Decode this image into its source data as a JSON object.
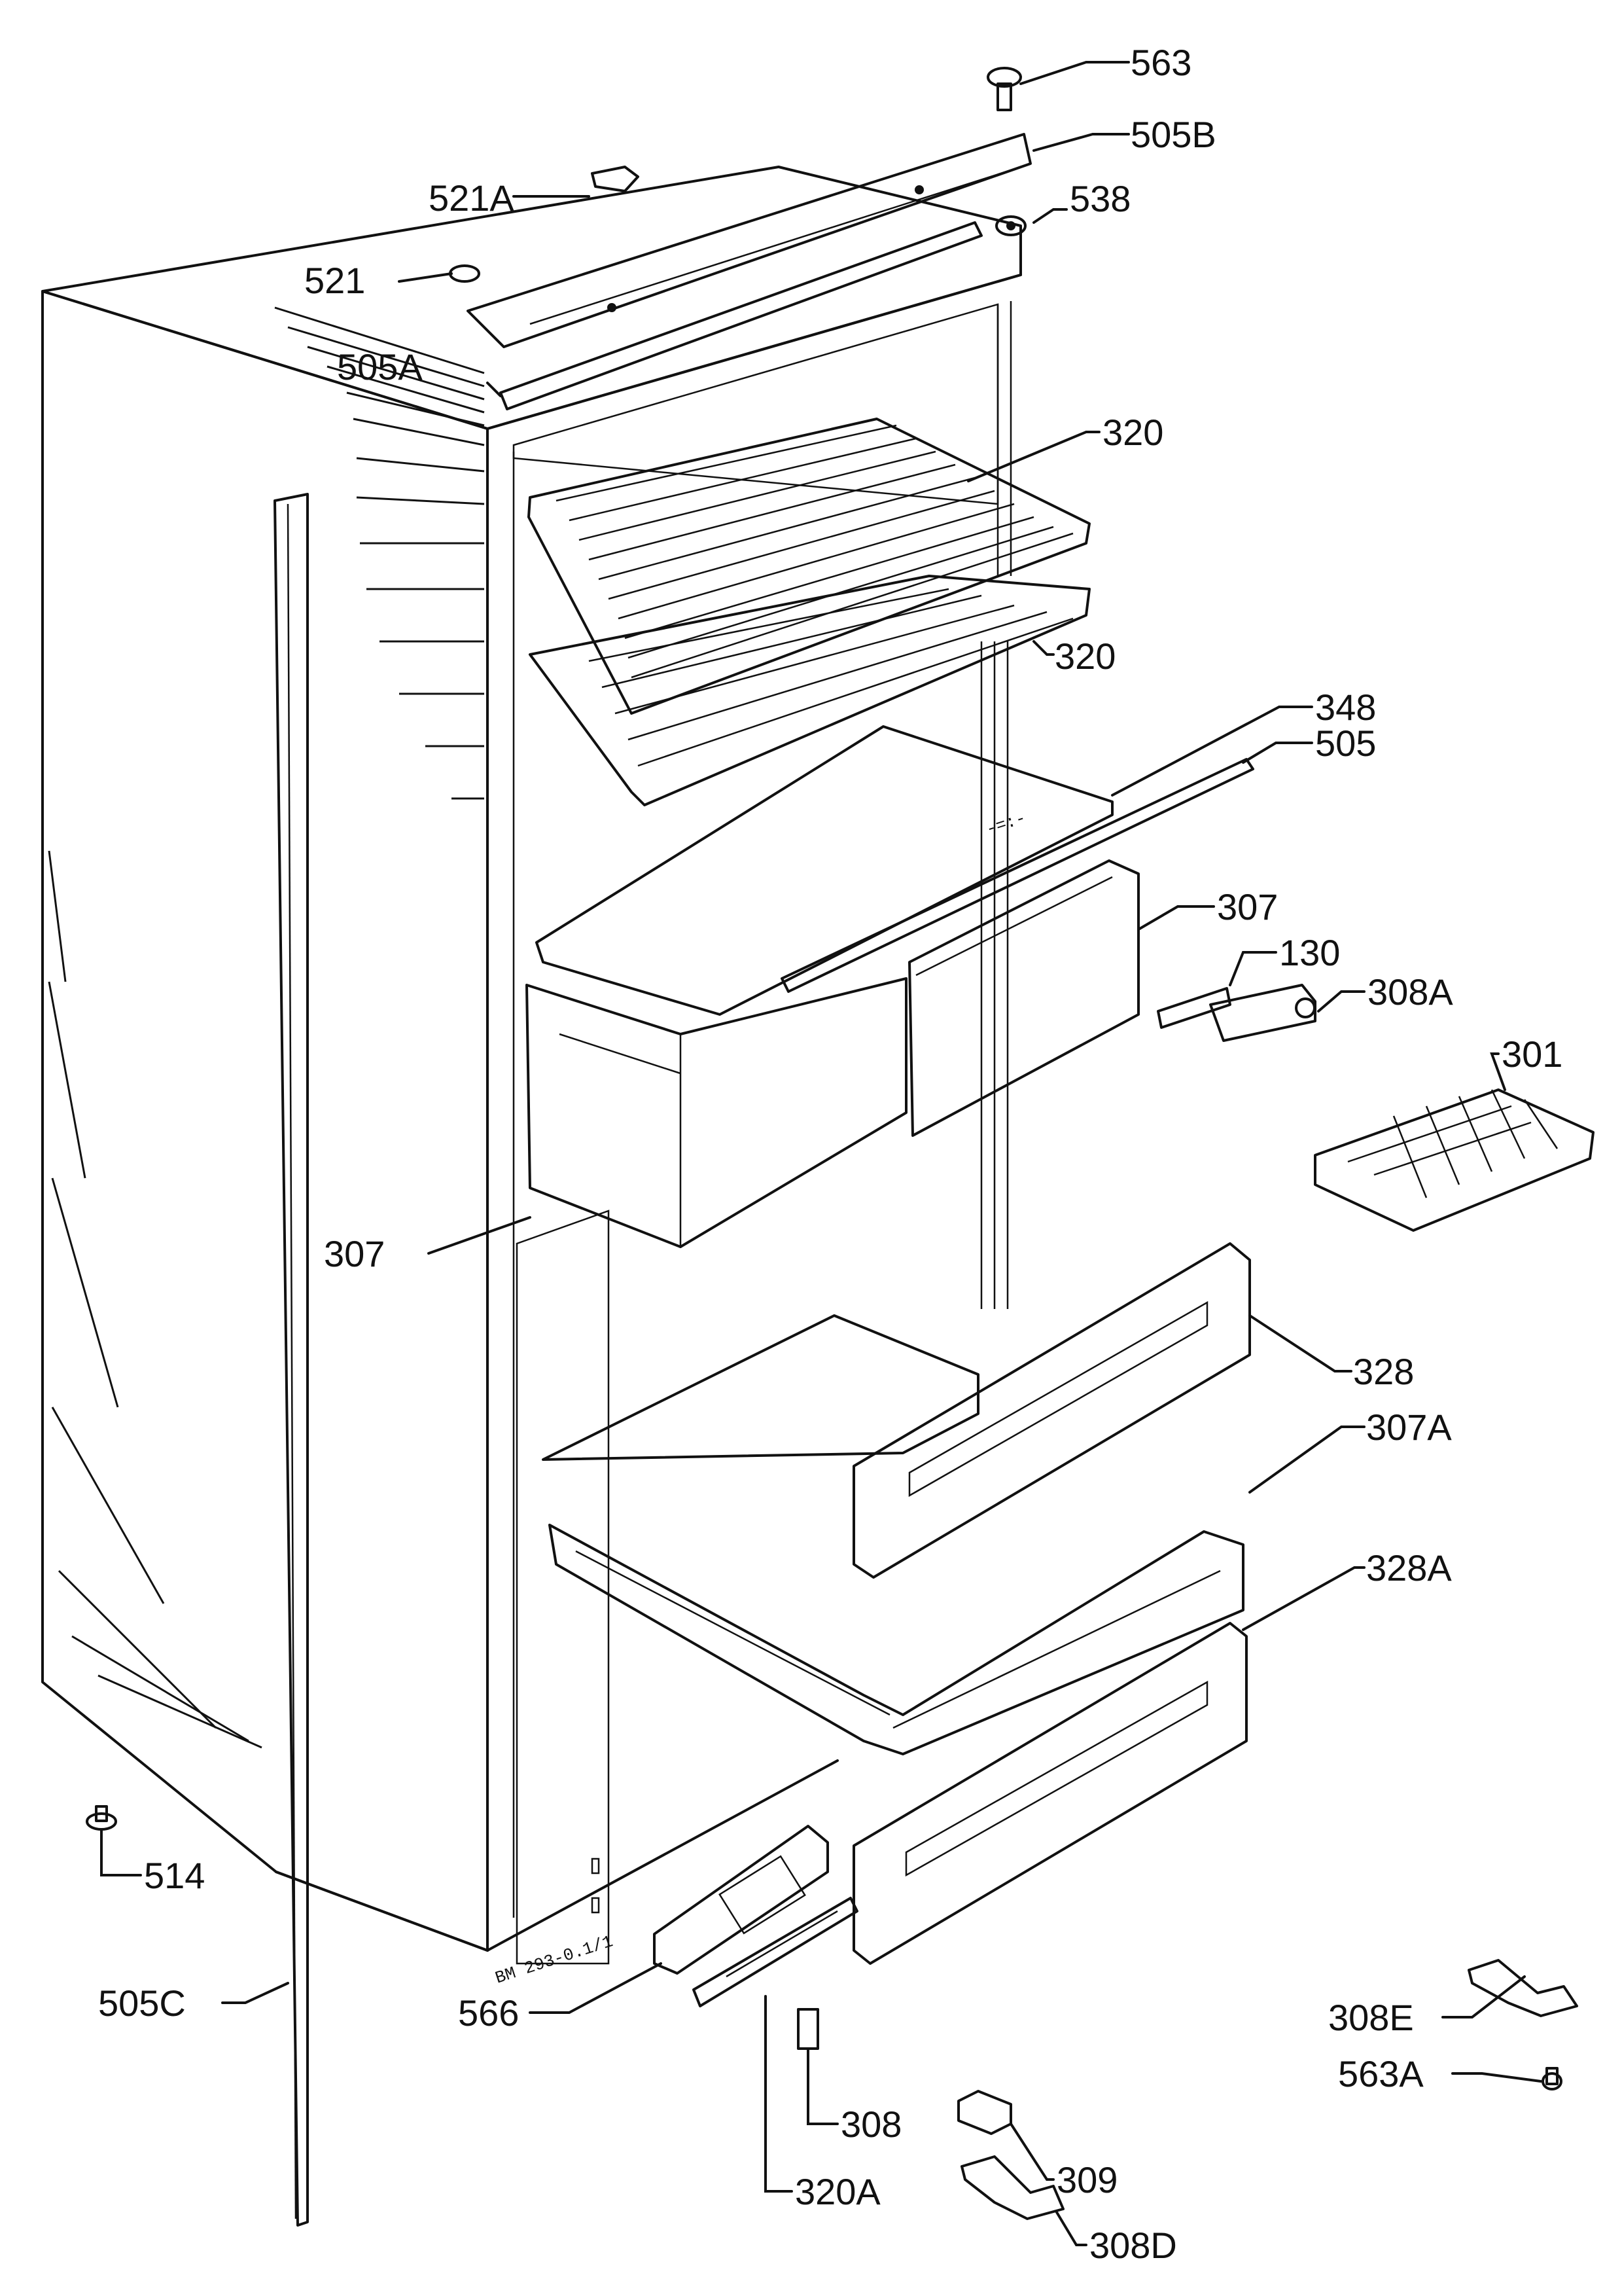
{
  "labels": {
    "p563": "563",
    "p505b": "505B",
    "p538": "538",
    "p521a": "521A",
    "p521": "521",
    "p505a": "505A",
    "p320_top": "320",
    "p320_lower": "320",
    "p348": "348",
    "p505": "505",
    "p307_right": "307",
    "p130": "130",
    "p308a": "308A",
    "p301": "301",
    "p307_left": "307",
    "p328": "328",
    "p307a": "307A",
    "p328a": "328A",
    "p514": "514",
    "p505c": "505C",
    "p566": "566",
    "p308": "308",
    "p320a": "320A",
    "p309": "309",
    "p308d": "308D",
    "p308e": "308E",
    "p563a": "563A"
  },
  "cabinet_stamp": "BM 293-0.1/1"
}
